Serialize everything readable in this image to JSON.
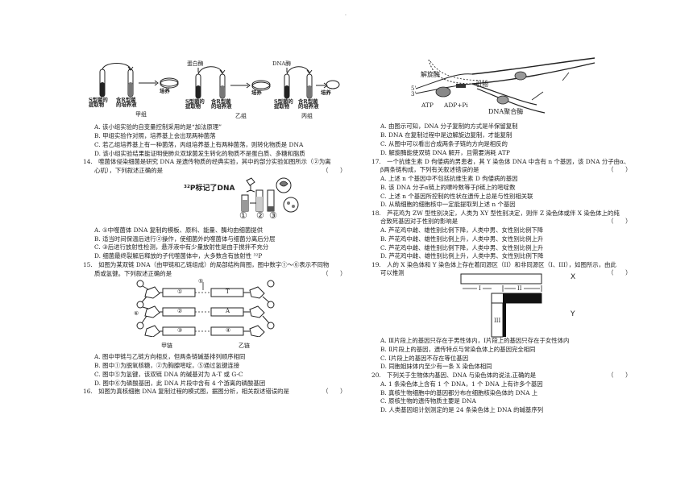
{
  "header_dot": ".",
  "fig13": {
    "tube1": "S型菌的\n提取物",
    "tube2": "含R型菌\n的培养液",
    "plate_label": "培养",
    "enzyme_protein": "蛋白酶",
    "tube3": "S型菌的\n提取物",
    "tube4": "含R型菌\n的培养液",
    "plate_label2": "培养",
    "enzyme_dna": "DNA酶",
    "tube5": "S型菌的\n提取物",
    "tube6": "含R型菌\n的培养液",
    "plate_label3": "培养",
    "group_a": "甲组",
    "group_b": "乙组",
    "group_c": "丙组"
  },
  "q13_options": [
    "A. 该小组实验的自变量控制采用的是“加法原理”",
    "B. 甲组实验作对照，培养基上会出现两种菌落",
    "C. 若乙组培养基上有一种菌落，丙组培养基上有两种菌落，则转化物质是 DNA",
    "D. 该小组实验结果能证明使肺炎双球菌发生转化的物质不是蛋白质、多糖和脂质"
  ],
  "q14_stem": [
    "14.　噬菌体侵染细菌是研究 DNA 是遗传物质的经典实验，其中的部分实验如图所示（②为离",
    "心机），下列叙述正确的是"
  ],
  "q14_paren": "（　　）",
  "fig14": {
    "label": "³²P标记了DNA",
    "n1": "①",
    "n2": "②",
    "n3": "③"
  },
  "q14_options": [
    "A. ①中噬菌体 DNA 复制的模板、原料、能量、酶均由细菌提供",
    "B. 适当时间保温后进行②操作，使细菌外的噬菌体与细菌分离后分层",
    "C. ③后进行放射性检测，悬浮液中有少量放射性是由于搅拌不充分",
    "D. 细菌最终裂解后释放的子代噬菌体中，大多数含有放射性 ³²P"
  ],
  "q15_stem": [
    "15.　如图为某双链 DNA（由甲链和乙链组成）的局部结构简图，图中数字①～⑥表示不同物",
    "质或氢键。下列叙述正确的是"
  ],
  "q15_paren": "（　　）",
  "fig15": {
    "n1": "①",
    "n2": "②",
    "n3": "③",
    "n4": "④",
    "n5": "⑤",
    "n6": "⑥",
    "A": "A",
    "T": "T",
    "chain_a": "甲链",
    "chain_b": "乙链"
  },
  "q15_options": [
    "A. 图中甲链与乙链方向相反，但两条链碱基排列顺序相同",
    "B. 图中①为脱氧核糖，②为胸腺嘧啶，⑤通过氢键连接",
    "C. 图中⑤为氢键，该双链 DNA 的碱基对为 A-T 或 G-C",
    "D. 图中⑥为磷酸基团，此 DNA 片段中含有 4 个游离的磷酸基团"
  ],
  "q16_stem": "16.　如图为真核细胞 DNA 复制过程的模式图，据图分析，相关叙述错误的是",
  "q16_paren": "（　　）",
  "fig16": {
    "helicase": "解旋酶",
    "primer": "引物",
    "five": "5'",
    "three": "3'",
    "atp": "ATP",
    "adp": "ADP+Pi",
    "polymerase": "DNA聚合酶"
  },
  "q16_options": [
    "A. 由图示可知，DNA 分子复制的方式是半保留复制",
    "B. DNA 在复制过程中是边解旋边复制，才能复制",
    "C. 从图中可以看出合成两条子链的方向是相反的",
    "D. 解旋酶能使双链 DNA 解开，且需要消耗 ATP"
  ],
  "q17_stem": [
    "17.　一个抗维生素 D 佝偻病的男患者，其 Y 染色体 DNA 中含有 n 个基因，该 DNA 分子由α、",
    "β两条链构成，下列有关叙述错误的是"
  ],
  "q17_paren": "（　　）",
  "q17_options": [
    "A. 上述 n 个基因中不包括抗维生素 D 佝偻病的基因",
    "B. 该 DNA 分子α链上的嘌呤数等于β链上的嘧啶数",
    "C. 上述 n 个基因所控制的性状在遗传上总是与性别相关联",
    "D. 从精细胞的细胞核中一定能提取到上述 n 个基因"
  ],
  "q18_stem": [
    "18.　芦花鸡为 ZW 型性别决定，人类为 XY 型性别决定，则伴 Z 染色体或伴 X 染色体上的纯",
    "合致死基因对于性别的影响是"
  ],
  "q18_paren": "（　　）",
  "q18_options": [
    "A. 芦花鸡中雌、雄性别比例下降，人类中男、女性别比例下降",
    "B. 芦花鸡中雌、雄性别比例上升，人类中男、女性别比例上升",
    "C. 芦花鸡中雌、雄性别比例下降，人类中男、女性别比例上升",
    "D. 芦花鸡中雌、雄性别比例上升，人类中男、女性别比例下降"
  ],
  "q19_stem": [
    "19.　人的 X 染色体和 Y 染色体上存在着同源区（II）和非同源区（I、III），如图所示，由此",
    "可以推测"
  ],
  "q19_paren": "（　　）",
  "fig19": {
    "X": "X",
    "Y": "Y",
    "I": "I",
    "II": "II",
    "III": "III"
  },
  "q19_options": [
    "A. Ⅲ片段上的基因只存在于男性体内，Ⅰ片段上的基因只存在于女性体内",
    "B. Ⅱ片段上的基因，遗传特点与常染色体上的基因完全相同",
    "C. Ⅰ片段上的基因不存在等位基因",
    "D. 同胞姐妹体内至少有一条 X 染色体相同"
  ],
  "q20_stem": "20.　下列关于生物体内基因、DNA 与染色体的说法,正确的是",
  "q20_paren": "（　　）",
  "q20_options": [
    "A. 1 条染色体上含有 1 个 DNA，1 个 DNA 上有许多个基因",
    "B. 真核生物细胞中的基因都分布在细胞核染色体的 DNA 上",
    "C. 原核生物的遗传物质主要是 DNA",
    "D. 人类基因组计划测定的是 24 条染色体上 DNA 的碱基序列"
  ]
}
